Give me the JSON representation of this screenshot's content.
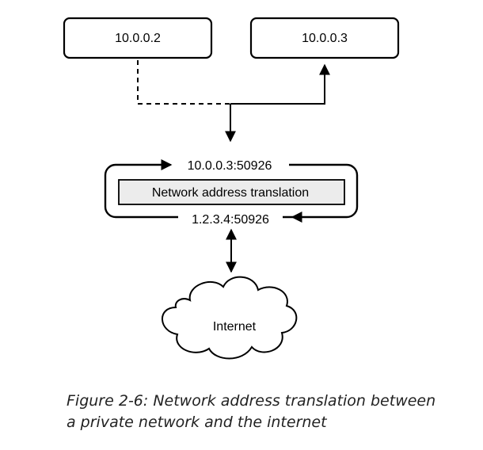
{
  "diagram": {
    "hosts": [
      {
        "label": "10.0.0.2"
      },
      {
        "label": "10.0.0.3"
      }
    ],
    "nat": {
      "label": "Network address translation",
      "inbound_address": "10.0.0.3:50926",
      "outbound_address": "1.2.3.4:50926"
    },
    "internet": {
      "label": "Internet"
    }
  },
  "caption": {
    "line1": "Figure 2-6: Network address translation between",
    "line2": "a private network and the internet"
  }
}
